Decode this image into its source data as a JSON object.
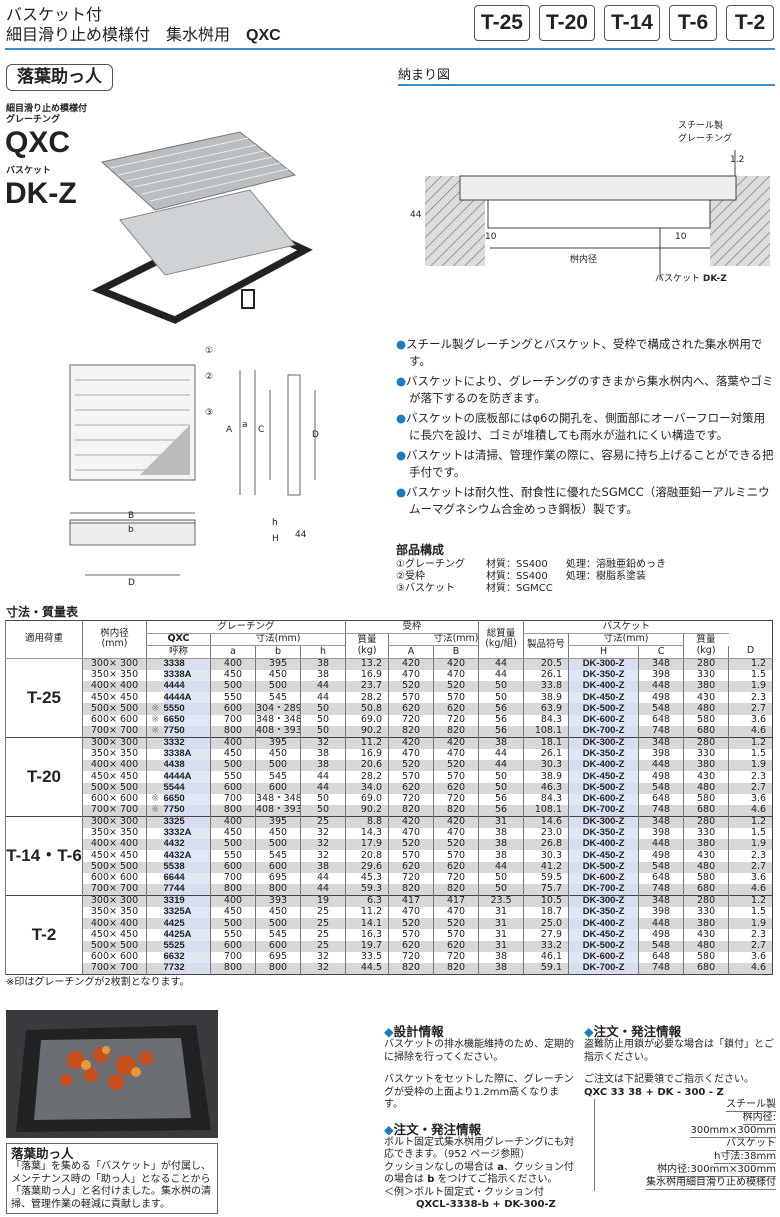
{
  "header": {
    "line1": "バスケット付",
    "line2": "細目滑り止め模様付　集水桝用",
    "model": "QXC",
    "load_classes": [
      "T-25",
      "T-20",
      "T-14",
      "T-6",
      "T-2"
    ]
  },
  "product": {
    "nickname": "落葉助っ人",
    "grating_sub1": "細目滑り止め模様付",
    "grating_sub2": "グレーチング",
    "grating_name": "QXC",
    "basket_sub": "バスケット",
    "basket_name": "DK-Z"
  },
  "install": {
    "title": "納まり図",
    "label_grating1": "スチール製",
    "label_grating2": "グレーチング",
    "dim_12": "1.2",
    "dim_44": "44",
    "dim_10a": "10",
    "dim_10b": "10",
    "inner": "桝内径",
    "basket_label": "バスケット",
    "basket_code": "DK-Z"
  },
  "drawing": {
    "n1": "①",
    "n2": "②",
    "n3": "③",
    "A": "A",
    "a": "a",
    "C": "C",
    "D": "D",
    "B": "B",
    "b": "b",
    "D2": "D",
    "h": "h",
    "H": "H",
    "d44": "44"
  },
  "features": [
    "スチール製グレーチングとバスケット、受枠で構成された集水桝用です。",
    "バスケットにより、グレーチングのすきまから集水桝内へ、落葉やゴミが落下するのを防ぎます。",
    "バスケットの底板部にはφ6の開孔を、側面部にオーバーフロー対策用に長穴を設け、ゴミが堆積しても雨水が溢れにくい構造です。",
    "バスケットは清掃、管理作業の際に、容易に持ち上げることができる把手付です。",
    "バスケットは耐久性、耐食性に優れたSGMCC（溶融亜鉛ーアルミニウムーマグネシウム合金めっき鋼板）製です。"
  ],
  "bullet": "●",
  "parts": {
    "title": "部品構成",
    "rows": [
      [
        "①グレーチング",
        "材質：SS400",
        "処理：溶融亜鉛めっき"
      ],
      [
        "②受枠",
        "材質：SS400",
        "処理：樹脂系塗装"
      ],
      [
        "③バスケット",
        "材質：SGMCC",
        ""
      ]
    ]
  },
  "table": {
    "title": "寸法・質量表",
    "headers": {
      "load": "適用荷重",
      "inner": "桝内径",
      "inner_unit": "(mm)",
      "grating": "グレーチング",
      "qxc": "QXC",
      "nominal": "呼称",
      "dim": "寸法(mm)",
      "a": "a",
      "b": "b",
      "h": "h",
      "mass": "質量",
      "kg": "(kg)",
      "frame": "受枠",
      "A": "A",
      "B": "B",
      "H": "H",
      "total": "総質量",
      "total_unit": "(kg/組)",
      "basket": "バスケット",
      "code": "製品符号",
      "C": "C",
      "D": "D"
    },
    "groups": [
      {
        "load": "T-25",
        "rows": [
          [
            "300× 300",
            "",
            "3338",
            "400",
            "395",
            "38",
            "13.2",
            "420",
            "420",
            "44",
            "20.5",
            "DK-300-Z",
            "348",
            "280",
            "1.2"
          ],
          [
            "350× 350",
            "",
            "3338A",
            "450",
            "450",
            "38",
            "16.9",
            "470",
            "470",
            "44",
            "26.1",
            "DK-350-Z",
            "398",
            "330",
            "1.5"
          ],
          [
            "400× 400",
            "",
            "4444",
            "500",
            "500",
            "44",
            "23.7",
            "520",
            "520",
            "50",
            "33.8",
            "DK-400-Z",
            "448",
            "380",
            "1.9"
          ],
          [
            "450× 450",
            "",
            "4444A",
            "550",
            "545",
            "44",
            "28.2",
            "570",
            "570",
            "50",
            "38.9",
            "DK-450-Z",
            "498",
            "430",
            "2.3"
          ],
          [
            "500× 500",
            "※",
            "5550",
            "600",
            "304・289",
            "50",
            "50.8",
            "620",
            "620",
            "56",
            "63.9",
            "DK-500-Z",
            "548",
            "480",
            "2.7"
          ],
          [
            "600× 600",
            "※",
            "6650",
            "700",
            "348・348",
            "50",
            "69.0",
            "720",
            "720",
            "56",
            "84.3",
            "DK-600-Z",
            "648",
            "580",
            "3.6"
          ],
          [
            "700× 700",
            "※",
            "7750",
            "800",
            "408・393",
            "50",
            "90.2",
            "820",
            "820",
            "56",
            "108.1",
            "DK-700-Z",
            "748",
            "680",
            "4.6"
          ]
        ]
      },
      {
        "load": "T-20",
        "rows": [
          [
            "300× 300",
            "",
            "3332",
            "400",
            "395",
            "32",
            "11.2",
            "420",
            "420",
            "38",
            "18.1",
            "DK-300-Z",
            "348",
            "280",
            "1.2"
          ],
          [
            "350× 350",
            "",
            "3338A",
            "450",
            "450",
            "38",
            "16.9",
            "470",
            "470",
            "44",
            "26.1",
            "DK-350-Z",
            "398",
            "330",
            "1.5"
          ],
          [
            "400× 400",
            "",
            "4438",
            "500",
            "500",
            "38",
            "20.6",
            "520",
            "520",
            "44",
            "30.3",
            "DK-400-Z",
            "448",
            "380",
            "1.9"
          ],
          [
            "450× 450",
            "",
            "4444A",
            "550",
            "545",
            "44",
            "28.2",
            "570",
            "570",
            "50",
            "38.9",
            "DK-450-Z",
            "498",
            "430",
            "2.3"
          ],
          [
            "500× 500",
            "",
            "5544",
            "600",
            "600",
            "44",
            "34.0",
            "620",
            "620",
            "50",
            "46.3",
            "DK-500-Z",
            "548",
            "480",
            "2.7"
          ],
          [
            "600× 600",
            "※",
            "6650",
            "700",
            "348・348",
            "50",
            "69.0",
            "720",
            "720",
            "56",
            "84.3",
            "DK-600-Z",
            "648",
            "580",
            "3.6"
          ],
          [
            "700× 700",
            "※",
            "7750",
            "800",
            "408・393",
            "50",
            "90.2",
            "820",
            "820",
            "56",
            "108.1",
            "DK-700-Z",
            "748",
            "680",
            "4.6"
          ]
        ]
      },
      {
        "load": "T-14・T-6",
        "rows": [
          [
            "300× 300",
            "",
            "3325",
            "400",
            "395",
            "25",
            "8.8",
            "420",
            "420",
            "31",
            "14.6",
            "DK-300-Z",
            "348",
            "280",
            "1.2"
          ],
          [
            "350× 350",
            "",
            "3332A",
            "450",
            "450",
            "32",
            "14.3",
            "470",
            "470",
            "38",
            "23.0",
            "DK-350-Z",
            "398",
            "330",
            "1.5"
          ],
          [
            "400× 400",
            "",
            "4432",
            "500",
            "500",
            "32",
            "17.9",
            "520",
            "520",
            "38",
            "26.8",
            "DK-400-Z",
            "448",
            "380",
            "1.9"
          ],
          [
            "450× 450",
            "",
            "4432A",
            "550",
            "545",
            "32",
            "20.8",
            "570",
            "570",
            "38",
            "30.3",
            "DK-450-Z",
            "498",
            "430",
            "2.3"
          ],
          [
            "500× 500",
            "",
            "5538",
            "600",
            "600",
            "38",
            "29.6",
            "620",
            "620",
            "44",
            "41.2",
            "DK-500-Z",
            "548",
            "480",
            "2.7"
          ],
          [
            "600× 600",
            "",
            "6644",
            "700",
            "695",
            "44",
            "45.3",
            "720",
            "720",
            "50",
            "59.5",
            "DK-600-Z",
            "648",
            "580",
            "3.6"
          ],
          [
            "700× 700",
            "",
            "7744",
            "800",
            "800",
            "44",
            "59.3",
            "820",
            "820",
            "50",
            "75.7",
            "DK-700-Z",
            "748",
            "680",
            "4.6"
          ]
        ]
      },
      {
        "load": "T-2",
        "rows": [
          [
            "300× 300",
            "",
            "3319",
            "400",
            "393",
            "19",
            "6.3",
            "417",
            "417",
            "23.5",
            "10.5",
            "DK-300-Z",
            "348",
            "280",
            "1.2"
          ],
          [
            "350× 350",
            "",
            "3325A",
            "450",
            "450",
            "25",
            "11.2",
            "470",
            "470",
            "31",
            "18.7",
            "DK-350-Z",
            "398",
            "330",
            "1.5"
          ],
          [
            "400× 400",
            "",
            "4425",
            "500",
            "500",
            "25",
            "14.1",
            "520",
            "520",
            "31",
            "25.0",
            "DK-400-Z",
            "448",
            "380",
            "1.9"
          ],
          [
            "450× 450",
            "",
            "4425A",
            "550",
            "545",
            "25",
            "16.3",
            "570",
            "570",
            "31",
            "27.9",
            "DK-450-Z",
            "498",
            "430",
            "2.3"
          ],
          [
            "500× 500",
            "",
            "5525",
            "600",
            "600",
            "25",
            "19.7",
            "620",
            "620",
            "31",
            "33.2",
            "DK-500-Z",
            "548",
            "480",
            "2.7"
          ],
          [
            "600× 600",
            "",
            "6632",
            "700",
            "695",
            "32",
            "33.5",
            "720",
            "720",
            "38",
            "46.1",
            "DK-600-Z",
            "648",
            "580",
            "3.6"
          ],
          [
            "700× 700",
            "",
            "7732",
            "800",
            "800",
            "32",
            "44.5",
            "820",
            "820",
            "38",
            "59.1",
            "DK-700-Z",
            "748",
            "680",
            "4.6"
          ]
        ]
      }
    ],
    "note": "※印はグレーチングが2枚割となります。"
  },
  "design": {
    "title": "設計情報",
    "p1": "バスケットの排水機能維持のため、定期的に掃除を行ってください。",
    "p2": "バスケットをセットした際に、グレーチングが受枠の上面より1.2mm高くなります。"
  },
  "order1": {
    "title": "注文・発注情報",
    "p1": "ボルト固定式集水桝用グレーチングにも対応できます。（952 ページ参照）",
    "p2a": "クッションなしの場合は ",
    "p2b": "a",
    "p2c": "、クッション付の場合は ",
    "p2d": "b",
    "p2e": " をつけてご指示ください。",
    "p3": "＜例＞ボルト固定式・クッション付",
    "example": "QXCL-3338-b + DK-300-Z"
  },
  "order2": {
    "title": "注文・発注情報",
    "p1": "盗難防止用鎖が必要な場合は「鎖付」とご指示ください。",
    "p2": "ご注文は下記要領でご指示ください。",
    "code": "QXC 33 38 + DK - 300 - Z",
    "legend": [
      "スチール製",
      "桝内径:",
      "300mm×300mm",
      "バスケット",
      "h寸法:38mm",
      "桝内径:300mm×300mm",
      "集水桝用細目滑り止め模様付"
    ]
  },
  "nickbox": {
    "title": "落葉助っ人",
    "text": "「落葉」を集める「バスケット」が付属し、メンテナンス時の「助っ人」となることから「落葉助っ人」と名付けました。集水桝の清掃、管理作業の軽減に貢献します。"
  },
  "icons": {
    "diamond": "◆"
  }
}
